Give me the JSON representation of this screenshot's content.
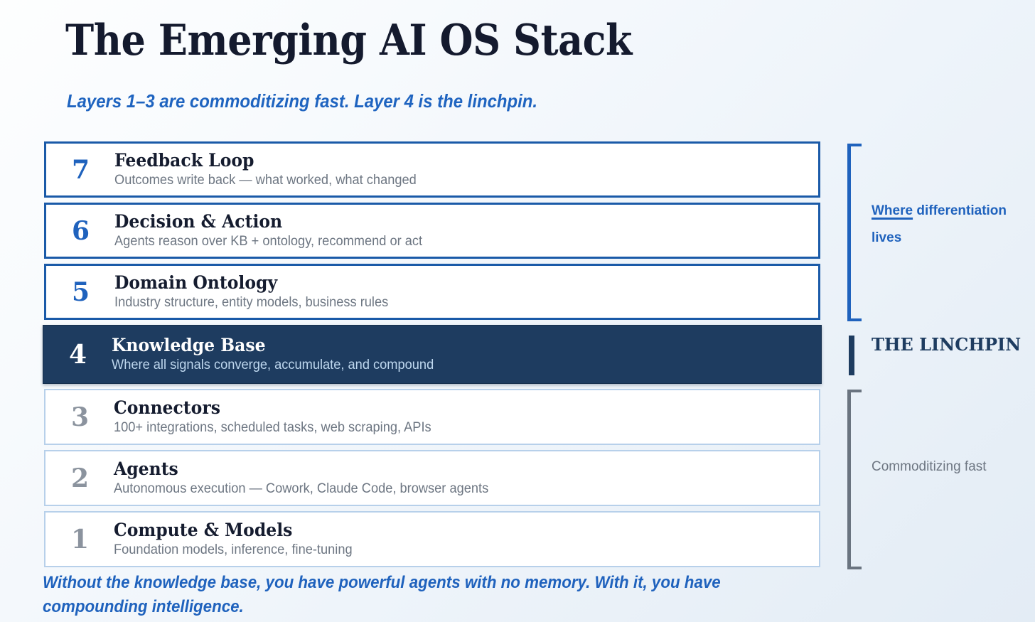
{
  "header": {
    "title": "The Emerging AI OS Stack",
    "subtitle": "Layers 1–3 are commoditizing fast. Layer 4 is the linchpin."
  },
  "colors": {
    "accent_blue": "#1f62bd",
    "border_blue_strong": "#1a5aa8",
    "border_blue_light": "#b7d0ea",
    "highlight_navy": "#1e3c60",
    "muted_gray": "#6d7682",
    "number_gray": "#8b939e",
    "title_dark": "#151c2f",
    "bracket_gray": "#6a7480",
    "highlight_desc": "#bfd8ef",
    "bg_from": "#fdfefe",
    "bg_to": "#e3ecf5"
  },
  "stack": {
    "layers": [
      {
        "number": "7",
        "title": "Feedback Loop",
        "description": "Outcomes write back — what worked, what changed",
        "tier": "top",
        "highlighted": false
      },
      {
        "number": "6",
        "title": "Decision & Action",
        "description": "Agents reason over KB + ontology, recommend or act",
        "tier": "top",
        "highlighted": false
      },
      {
        "number": "5",
        "title": "Domain Ontology",
        "description": "Industry structure, entity models, business rules",
        "tier": "top",
        "highlighted": false
      },
      {
        "number": "4",
        "title": "Knowledge Base",
        "description": "Where all signals converge, accumulate, and compound",
        "tier": "highlight",
        "highlighted": true
      },
      {
        "number": "3",
        "title": "Connectors",
        "description": "100+ integrations, scheduled tasks, web scraping, APIs",
        "tier": "bottom",
        "highlighted": false
      },
      {
        "number": "2",
        "title": "Agents",
        "description": "Autonomous execution — Cowork, Claude Code, browser agents",
        "tier": "bottom",
        "highlighted": false
      },
      {
        "number": "1",
        "title": "Compute & Models",
        "description": "Foundation models, inference, fine-tuning",
        "tier": "bottom",
        "highlighted": false
      }
    ]
  },
  "annotations": {
    "differentiation": {
      "underlined_word": "Where",
      "rest": " differentiation lives",
      "full": "Where differentiation lives"
    },
    "linchpin": "THE LINCHPIN",
    "commoditizing": "Commoditizing fast"
  },
  "footer": {
    "note": "Without the knowledge base, you have powerful agents with no memory. With it, you have compounding intelligence."
  }
}
